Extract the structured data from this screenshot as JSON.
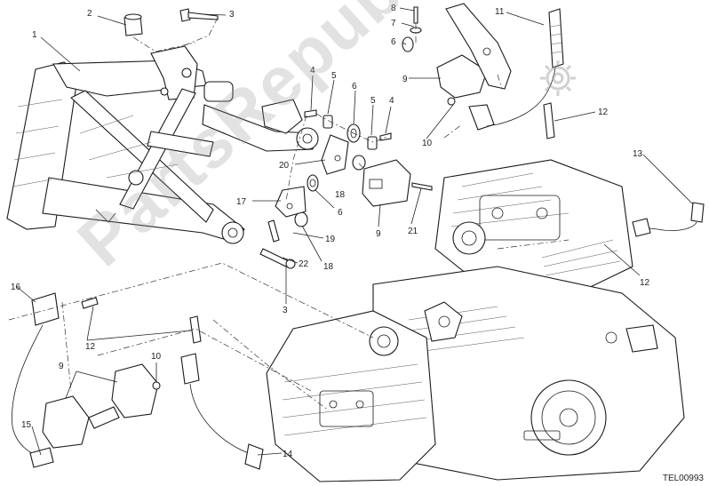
{
  "drawing_code": "TEL00993",
  "watermark_text": "PartsRepublik",
  "watermark_icon": "gear-icon",
  "colors": {
    "line": "#1a1a1a",
    "watermark": "#969696"
  },
  "callouts": [
    {
      "id": "c1",
      "label": "1"
    },
    {
      "id": "c2",
      "label": "2"
    },
    {
      "id": "c3a",
      "label": "3"
    },
    {
      "id": "c3b",
      "label": "3"
    },
    {
      "id": "c4a",
      "label": "4"
    },
    {
      "id": "c4b",
      "label": "4"
    },
    {
      "id": "c5a",
      "label": "5"
    },
    {
      "id": "c5b",
      "label": "5"
    },
    {
      "id": "c6a",
      "label": "6"
    },
    {
      "id": "c6b",
      "label": "6"
    },
    {
      "id": "c6c",
      "label": "6"
    },
    {
      "id": "c7",
      "label": "7"
    },
    {
      "id": "c8",
      "label": "8"
    },
    {
      "id": "c9a",
      "label": "9"
    },
    {
      "id": "c9b",
      "label": "9"
    },
    {
      "id": "c9c",
      "label": "9"
    },
    {
      "id": "c10a",
      "label": "10"
    },
    {
      "id": "c10b",
      "label": "10"
    },
    {
      "id": "c11",
      "label": "11"
    },
    {
      "id": "c12a",
      "label": "12"
    },
    {
      "id": "c12b",
      "label": "12"
    },
    {
      "id": "c12c",
      "label": "12"
    },
    {
      "id": "c13",
      "label": "13"
    },
    {
      "id": "c14",
      "label": "14"
    },
    {
      "id": "c15",
      "label": "15"
    },
    {
      "id": "c16",
      "label": "16"
    },
    {
      "id": "c17",
      "label": "17"
    },
    {
      "id": "c18a",
      "label": "18"
    },
    {
      "id": "c18b",
      "label": "18"
    },
    {
      "id": "c19",
      "label": "19"
    },
    {
      "id": "c20",
      "label": "20"
    },
    {
      "id": "c21",
      "label": "21"
    },
    {
      "id": "c22",
      "label": "22"
    }
  ]
}
